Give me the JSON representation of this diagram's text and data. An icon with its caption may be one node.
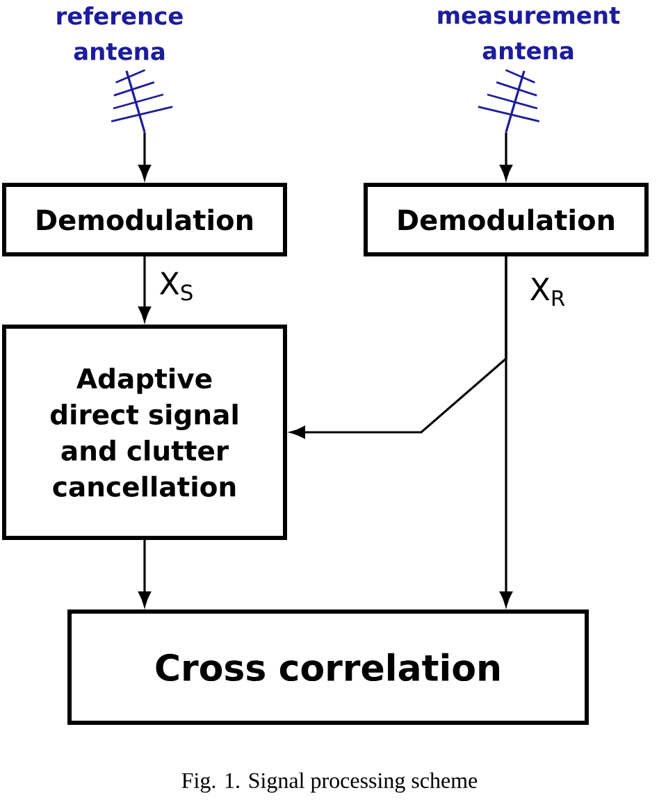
{
  "diagram": {
    "caption": "Fig. 1. Signal processing scheme",
    "nodes": [
      {
        "text": [
          "reference antena"
        ]
      },
      {
        "text": [
          "measurement antena"
        ]
      },
      {
        "text": [
          "Demodulation"
        ]
      },
      {
        "text": [
          "Demodulation"
        ]
      },
      {
        "text": [
          "Adaptive direct signal and clutter cancellation"
        ]
      },
      {
        "text": [
          "Cross correlation"
        ]
      }
    ],
    "edges": [
      {
        "from": 0,
        "to": 2,
        "arrow": "to"
      },
      {
        "from": 1,
        "to": 3,
        "arrow": "to"
      },
      {
        "from": 2,
        "to": 4,
        "arrow": "to",
        "label": "X$_{S}$"
      },
      {
        "from": 3,
        "to": 4,
        "arrow": "to"
      },
      {
        "from": 4,
        "to": 5,
        "arrow": "to"
      },
      {
        "from": 3,
        "to": 5,
        "arrow": "to",
        "label": "X$_{R}$"
      }
    ]
  }
}
